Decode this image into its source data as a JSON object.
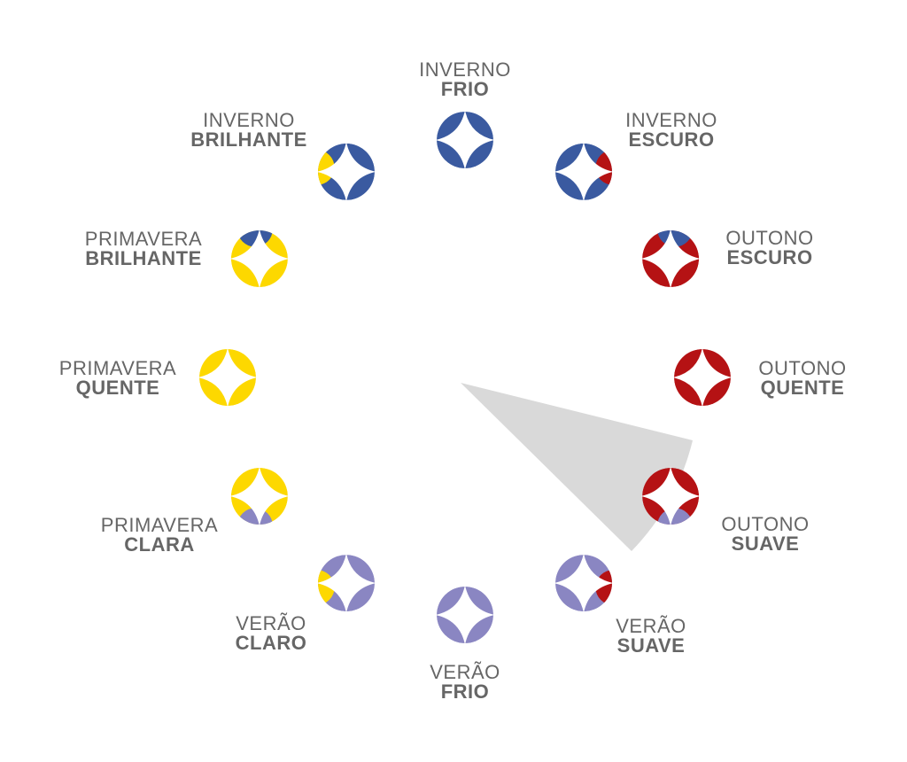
{
  "colors": {
    "inverno": "#3a5aa0",
    "outono": "#b51214",
    "verao": "#8a86c2",
    "primavera": "#fdd800",
    "pointer": "#d9d9d9",
    "text": "#666666"
  },
  "seasons": [
    {
      "line1": "INVERNO",
      "line2": "FRIO",
      "main": "inverno",
      "secondary": null
    },
    {
      "line1": "INVERNO",
      "line2": "ESCURO",
      "main": "inverno",
      "secondary": "outono"
    },
    {
      "line1": "OUTONO",
      "line2": "ESCURO",
      "main": "outono",
      "secondary": "inverno"
    },
    {
      "line1": "OUTONO",
      "line2": "QUENTE",
      "main": "outono",
      "secondary": null
    },
    {
      "line1": "OUTONO",
      "line2": "SUAVE",
      "main": "outono",
      "secondary": "verao"
    },
    {
      "line1": "VERÃO",
      "line2": "SUAVE",
      "main": "verao",
      "secondary": "outono"
    },
    {
      "line1": "VERÃO",
      "line2": "FRIO",
      "main": "verao",
      "secondary": null
    },
    {
      "line1": "VERÃO",
      "line2": "CLARO",
      "main": "verao",
      "secondary": "primavera"
    },
    {
      "line1": "PRIMAVERA",
      "line2": "CLARA",
      "main": "primavera",
      "secondary": "verao"
    },
    {
      "line1": "PRIMAVERA",
      "line2": "QUENTE",
      "main": "primavera",
      "secondary": null
    },
    {
      "line1": "PRIMAVERA",
      "line2": "BRILHANTE",
      "main": "primavera",
      "secondary": "inverno"
    },
    {
      "line1": "INVERNO",
      "line2": "BRILHANTE",
      "main": "inverno",
      "secondary": "primavera"
    }
  ]
}
